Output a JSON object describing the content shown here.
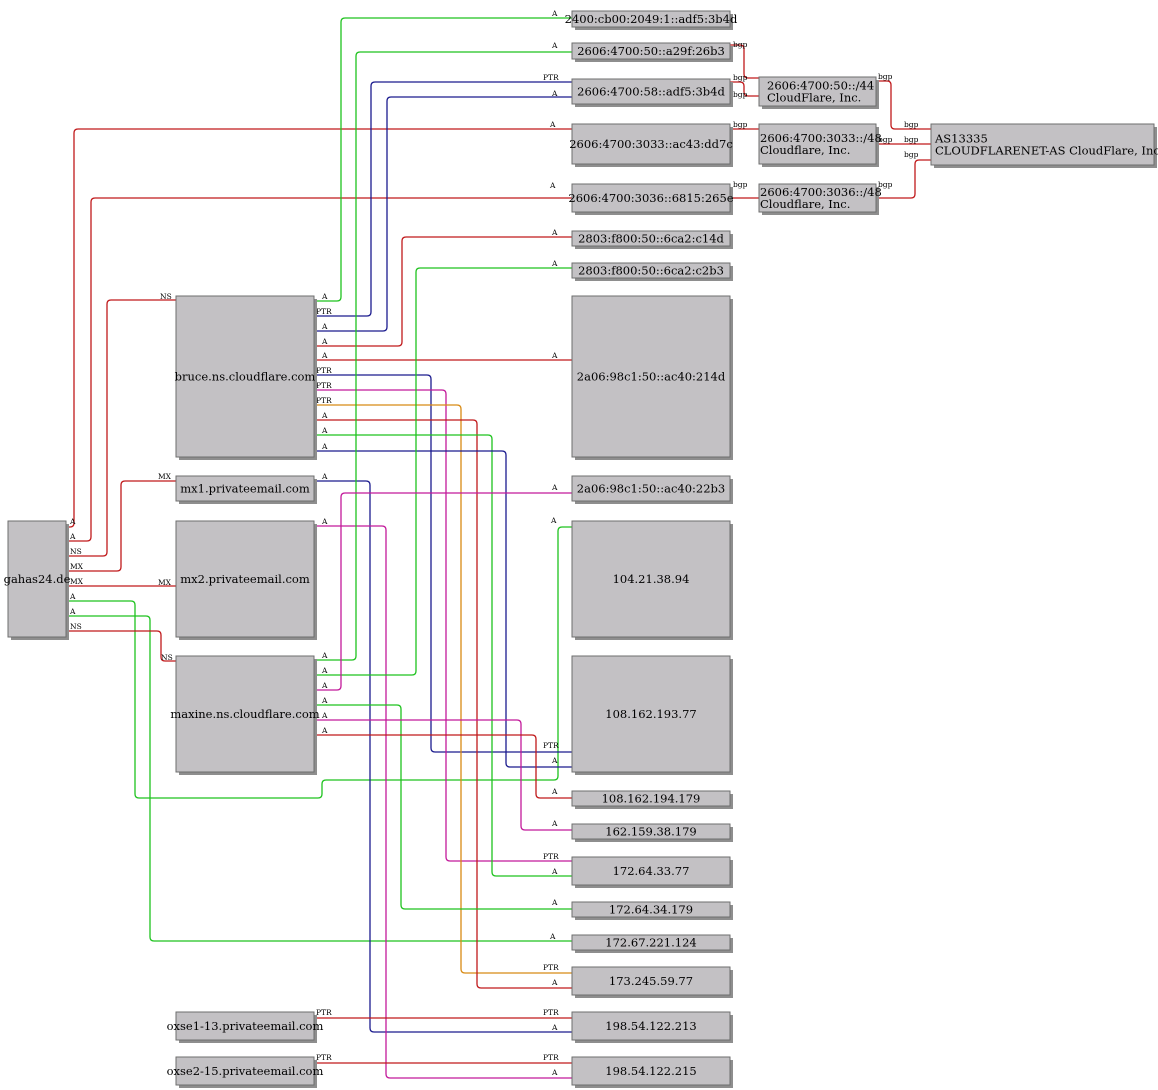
{
  "colors": {
    "node_fill": "#c3c1c4",
    "node_stroke": "#6e6e6e",
    "node_shadow": "#8e8e8e",
    "red": "#c0191b",
    "green": "#1ec21e",
    "blue": "#1b1b8e",
    "magenta": "#c2199a",
    "orange": "#d88a14"
  },
  "nodes": [
    {
      "id": "gahas",
      "label": "gahas24.de",
      "icon": "domain-node"
    },
    {
      "id": "bruce",
      "label": "bruce.ns.cloudflare.com"
    },
    {
      "id": "mx1",
      "label": "mx1.privateemail.com"
    },
    {
      "id": "mx2",
      "label": "mx2.privateemail.com"
    },
    {
      "id": "maxine",
      "label": "maxine.ns.cloudflare.com"
    },
    {
      "id": "oxse1",
      "label": "oxse1-13.privateemail.com"
    },
    {
      "id": "oxse2",
      "label": "oxse2-15.privateemail.com"
    },
    {
      "id": "ip6a",
      "label": "2400:cb00:2049:1::adf5:3b4d"
    },
    {
      "id": "ip6b",
      "label": "2606:4700:50::a29f:26b3"
    },
    {
      "id": "ip6c",
      "label": "2606:4700:58::adf5:3b4d"
    },
    {
      "id": "ip6d",
      "label": "2606:4700:3033::ac43:dd7c"
    },
    {
      "id": "ip6e",
      "label": "2606:4700:3036::6815:265e"
    },
    {
      "id": "ip6f",
      "label": "2803:f800:50::6ca2:c14d"
    },
    {
      "id": "ip6g",
      "label": "2803:f800:50::6ca2:c2b3"
    },
    {
      "id": "ip6h",
      "label": "2a06:98c1:50::ac40:214d"
    },
    {
      "id": "ip6i",
      "label": "2a06:98c1:50::ac40:22b3"
    },
    {
      "id": "ip4a",
      "label": "104.21.38.94"
    },
    {
      "id": "ip4b",
      "label": "108.162.193.77"
    },
    {
      "id": "ip4c",
      "label": "108.162.194.179"
    },
    {
      "id": "ip4d",
      "label": "162.159.38.179"
    },
    {
      "id": "ip4e",
      "label": "172.64.33.77"
    },
    {
      "id": "ip4f",
      "label": "172.64.34.179"
    },
    {
      "id": "ip4g",
      "label": "172.67.221.124"
    },
    {
      "id": "ip4h",
      "label": "173.245.59.77"
    },
    {
      "id": "ip4i",
      "label": "198.54.122.213"
    },
    {
      "id": "ip4j",
      "label": "198.54.122.215"
    },
    {
      "id": "pfx44",
      "label": "2606:4700:50::/44",
      "label2": "CloudFlare, Inc."
    },
    {
      "id": "pfx3033",
      "label": "2606:4700:3033::/48",
      "label2": "Cloudflare, Inc."
    },
    {
      "id": "pfx3036",
      "label": "2606:4700:3036::/48",
      "label2": "Cloudflare, Inc."
    },
    {
      "id": "as",
      "label": "AS13335",
      "label2": "CLOUDFLARENET-AS CloudFlare, Inc."
    }
  ],
  "edges": [
    {
      "from": "gahas",
      "to": "ip6d",
      "type": "A",
      "color": "red"
    },
    {
      "from": "gahas",
      "to": "ip6e",
      "type": "A",
      "color": "red"
    },
    {
      "from": "gahas",
      "to": "bruce",
      "type": "NS",
      "color": "red"
    },
    {
      "from": "gahas",
      "to": "mx1",
      "type": "MX",
      "color": "red"
    },
    {
      "from": "gahas",
      "to": "mx2",
      "type": "MX",
      "color": "red"
    },
    {
      "from": "gahas",
      "to": "ip4a",
      "type": "A",
      "color": "green"
    },
    {
      "from": "gahas",
      "to": "ip4g",
      "type": "A",
      "color": "green"
    },
    {
      "from": "gahas",
      "to": "maxine",
      "type": "NS",
      "color": "red"
    },
    {
      "from": "bruce",
      "to": "ip6a",
      "type": "A",
      "color": "green"
    },
    {
      "from": "bruce",
      "to": "ip6c",
      "type": "PTR",
      "color": "blue"
    },
    {
      "from": "bruce",
      "to": "ip6c",
      "type": "A",
      "color": "blue"
    },
    {
      "from": "bruce",
      "to": "ip6f",
      "type": "A",
      "color": "red"
    },
    {
      "from": "bruce",
      "to": "ip6h",
      "type": "A",
      "color": "red"
    },
    {
      "from": "bruce",
      "to": "ip4b",
      "type": "PTR",
      "color": "blue"
    },
    {
      "from": "bruce",
      "to": "ip4e",
      "type": "PTR",
      "color": "magenta"
    },
    {
      "from": "bruce",
      "to": "ip4h",
      "type": "PTR",
      "color": "orange"
    },
    {
      "from": "bruce",
      "to": "ip4h",
      "type": "A",
      "color": "red"
    },
    {
      "from": "bruce",
      "to": "ip4e",
      "type": "A",
      "color": "green"
    },
    {
      "from": "bruce",
      "to": "ip4b",
      "type": "A",
      "color": "blue"
    },
    {
      "from": "mx1",
      "to": "ip4i",
      "type": "A",
      "color": "blue"
    },
    {
      "from": "mx2",
      "to": "ip4j",
      "type": "A",
      "color": "magenta"
    },
    {
      "from": "maxine",
      "to": "ip6b",
      "type": "A",
      "color": "green"
    },
    {
      "from": "maxine",
      "to": "ip6g",
      "type": "A",
      "color": "green"
    },
    {
      "from": "maxine",
      "to": "ip6i",
      "type": "A",
      "color": "magenta"
    },
    {
      "from": "maxine",
      "to": "ip4f",
      "type": "A",
      "color": "green"
    },
    {
      "from": "maxine",
      "to": "ip4d",
      "type": "A",
      "color": "magenta"
    },
    {
      "from": "maxine",
      "to": "ip4c",
      "type": "A",
      "color": "red"
    },
    {
      "from": "oxse1",
      "to": "ip4i",
      "type": "PTR",
      "color": "red"
    },
    {
      "from": "oxse2",
      "to": "ip4j",
      "type": "PTR",
      "color": "red"
    },
    {
      "from": "ip6b",
      "to": "pfx44",
      "type": "bgp",
      "color": "red"
    },
    {
      "from": "ip6c",
      "to": "pfx44",
      "type": "bgp",
      "color": "red"
    },
    {
      "from": "ip6d",
      "to": "pfx3033",
      "type": "bgp",
      "color": "red"
    },
    {
      "from": "ip6e",
      "to": "pfx3036",
      "type": "bgp",
      "color": "red"
    },
    {
      "from": "pfx44",
      "to": "as",
      "type": "bgp",
      "color": "red"
    },
    {
      "from": "pfx3033",
      "to": "as",
      "type": "bgp",
      "color": "red"
    },
    {
      "from": "pfx3036",
      "to": "as",
      "type": "bgp",
      "color": "red"
    }
  ]
}
